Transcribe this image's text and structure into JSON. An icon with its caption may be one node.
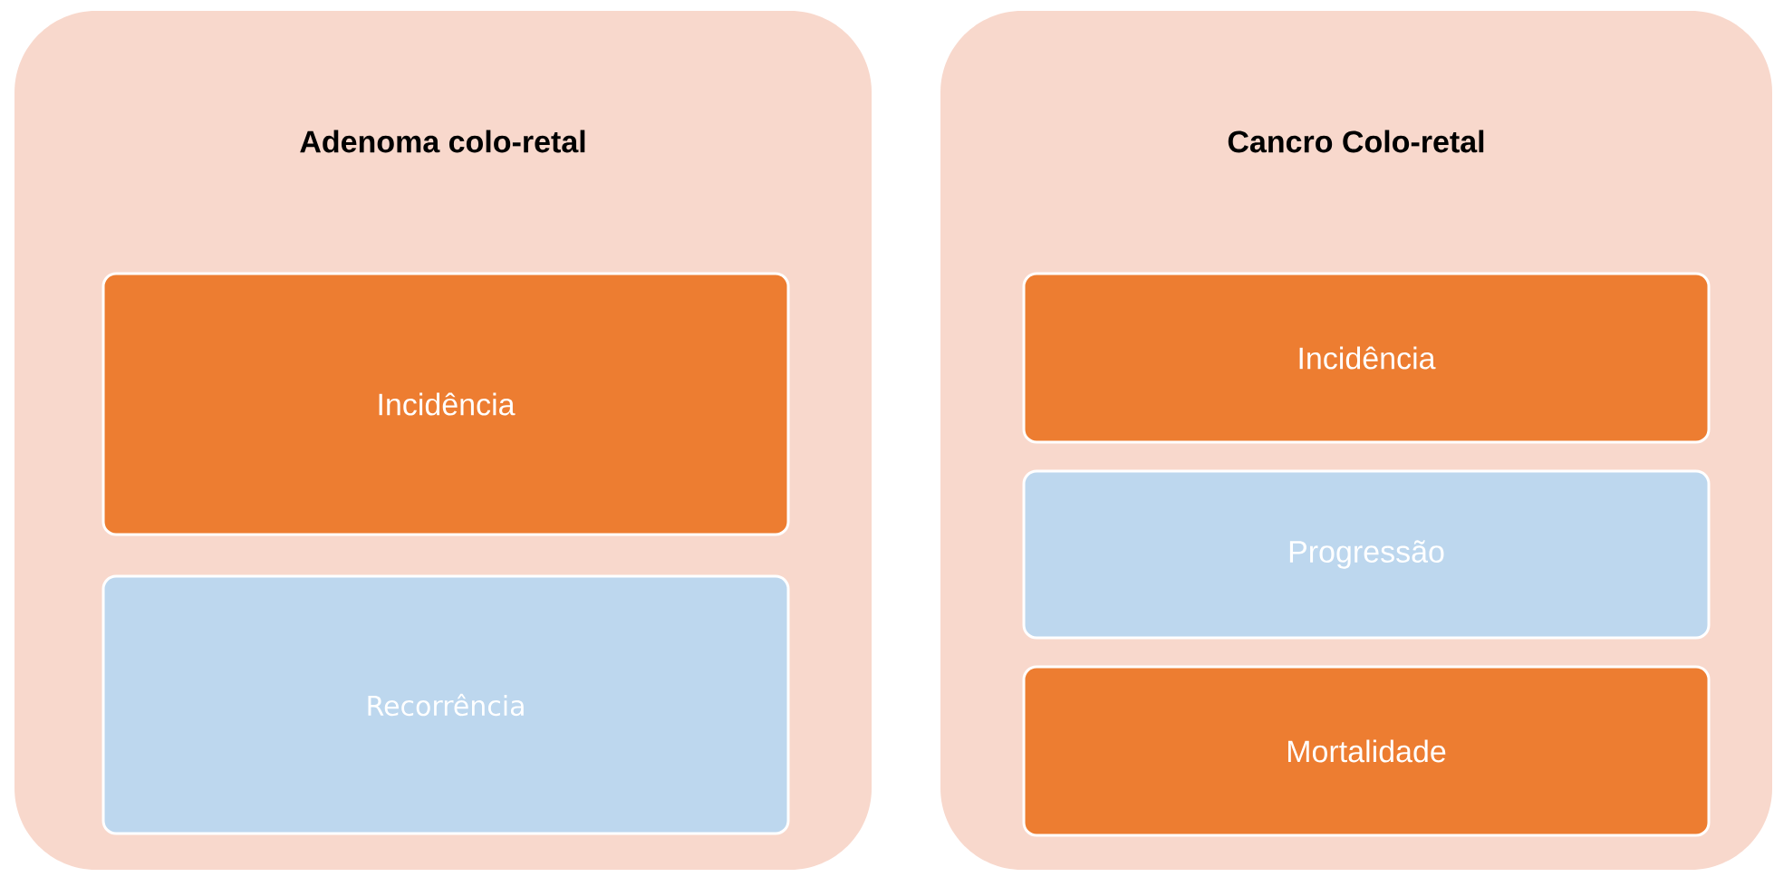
{
  "diagram": {
    "nodes": [
      {
        "text": [
          "Adenoma colo-retal"
        ]
      },
      {
        "text": [
          "Incidência"
        ],
        "in": 0
      },
      {
        "text": [
          "Recorrência"
        ],
        "in": 0
      },
      {
        "text": [
          "Cancro Colo-retal"
        ]
      },
      {
        "text": [
          "Incidência"
        ],
        "in": 3
      },
      {
        "text": [
          "Progressão"
        ],
        "in": 3
      },
      {
        "text": [
          "Mortalidade"
        ],
        "in": 3
      }
    ]
  }
}
